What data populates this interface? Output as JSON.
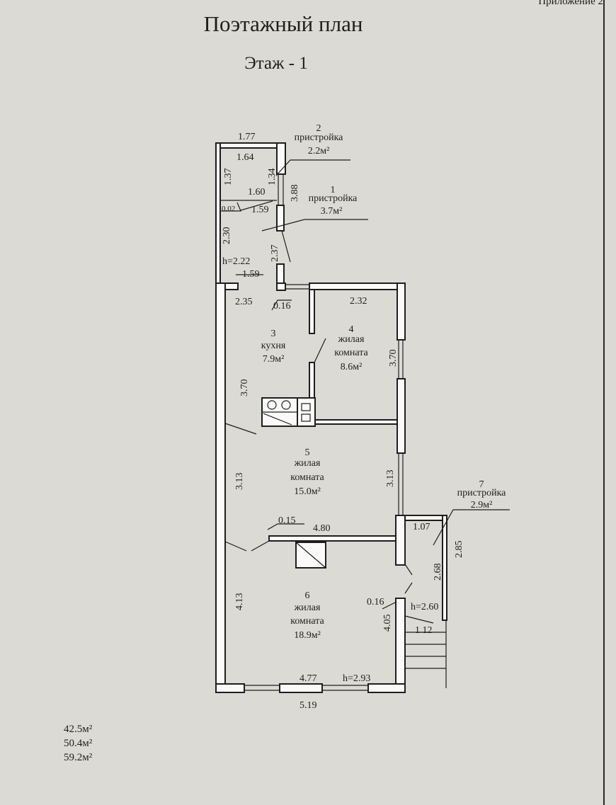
{
  "header": {
    "appendix": "Приложение 2",
    "title": "Поэтажный план",
    "floor": "Этаж - 1"
  },
  "rooms": [
    {
      "num": "1",
      "name": "пристройка",
      "area": "3.7м²"
    },
    {
      "num": "2",
      "name": "пристройка",
      "area": "2.2м²"
    },
    {
      "num": "3",
      "name": "кухня",
      "area": "7.9м²"
    },
    {
      "num": "4",
      "name1": "жилая",
      "name2": "комната",
      "area": "8.6м²"
    },
    {
      "num": "5",
      "name1": "жилая",
      "name2": "комната",
      "area": "15.0м²"
    },
    {
      "num": "6",
      "name1": "жилая",
      "name2": "комната",
      "area": "18.9м²"
    },
    {
      "num": "7",
      "name": "пристройка",
      "area": "2.9м²"
    }
  ],
  "dims": [
    "1.77",
    "1.64",
    "1.37",
    "1.34",
    "3.88",
    "1.60",
    "0.02",
    "1.59",
    "2.30",
    "2.37",
    "h=2.22",
    "1.59",
    "2.35",
    "0.16",
    "2.32",
    "3.70",
    "3.70",
    "3.13",
    "3.13",
    "0.15",
    "4.80",
    "1.07",
    "2.85",
    "2.68",
    "4.13",
    "0.16",
    "h=2.60",
    "4.05",
    "1.12",
    "4.77",
    "h=2.93",
    "5.19"
  ],
  "totals": [
    "42.5м²",
    "50.4м²",
    "59.2м²"
  ]
}
